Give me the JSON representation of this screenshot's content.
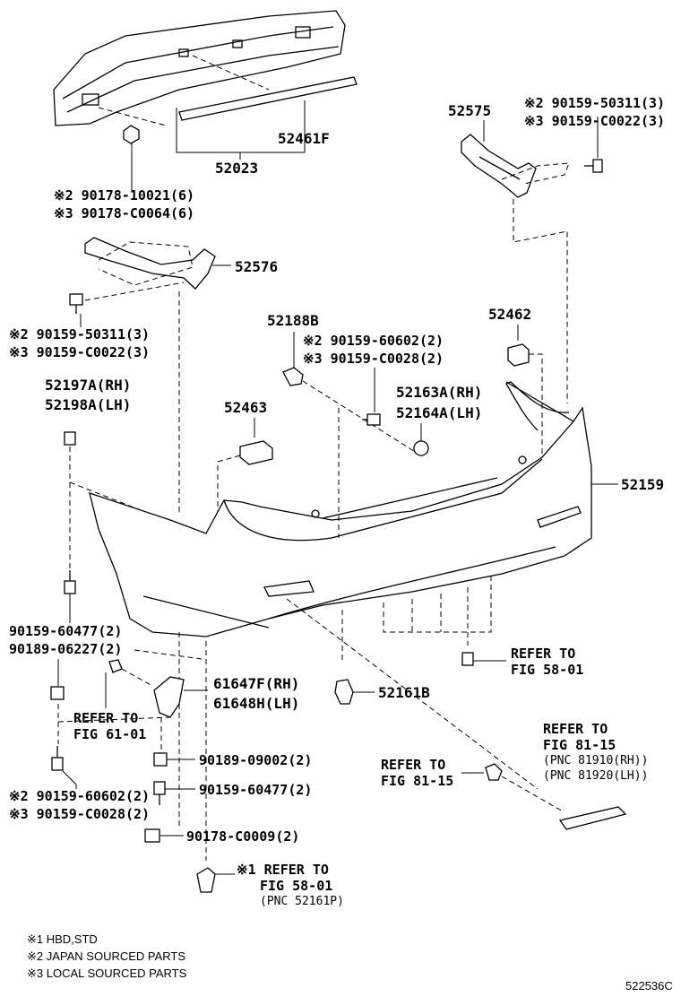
{
  "labels": {
    "p52023": "52023",
    "p52461f": "52461F",
    "p90178_10021": "※2 90178-10021(6)",
    "p90178_c0064": "※3 90178-C0064(6)",
    "p52575": "52575",
    "p90159_50311_top": "※2 90159-50311(3)",
    "p90159_c0022_top": "※3 90159-C0022(3)",
    "p52576": "52576",
    "p90159_50311_left": "※2 90159-50311(3)",
    "p90159_c0022_left": "※3 90159-C0022(3)",
    "p52188b": "52188B",
    "p90159_60602_mid": "※2 90159-60602(2)",
    "p90159_c0028_mid": "※3 90159-C0028(2)",
    "p52462": "52462",
    "p52197a": "52197A(RH)",
    "p52198a": "52198A(LH)",
    "p52463": "52463",
    "p52163a": "52163A(RH)",
    "p52164a": "52164A(LH)",
    "p52159": "52159",
    "p90159_60477_a": "90159-60477(2)",
    "p90189_06227": "90189-06227(2)",
    "p61647f": "61647F(RH)",
    "p61648h": "61648H(LH)",
    "p52161b": "52161B",
    "refer_58_01_a1": "REFER TO",
    "refer_58_01_a2": "FIG 58-01",
    "refer_61_01_1": "REFER TO",
    "refer_61_01_2": "FIG 61-01",
    "refer_81_15_r1": "REFER TO",
    "refer_81_15_r2": "FIG 81-15",
    "pnc_81910": "(PNC 81910(RH))",
    "pnc_81920": "(PNC 81920(LH))",
    "refer_81_15_l1": "REFER TO",
    "refer_81_15_l2": "FIG 81-15",
    "p90189_09002": "90189-09002(2)",
    "p90159_60477_b": "90159-60477(2)",
    "p90159_60602_bot": "※2 90159-60602(2)",
    "p90159_c0028_bot": "※3 90159-C0028(2)",
    "p90178_c0009": "90178-C0009(2)",
    "refer_58_01_b1": "※1 REFER TO",
    "refer_58_01_b2": "FIG 58-01",
    "pnc_52161p": "(PNC 52161P)"
  },
  "legend": {
    "note1": "※1 HBD,STD",
    "note2": "※2 JAPAN SOURCED PARTS",
    "note3": "※3 LOCAL SOURCED PARTS"
  },
  "diagram_id": "522536C"
}
